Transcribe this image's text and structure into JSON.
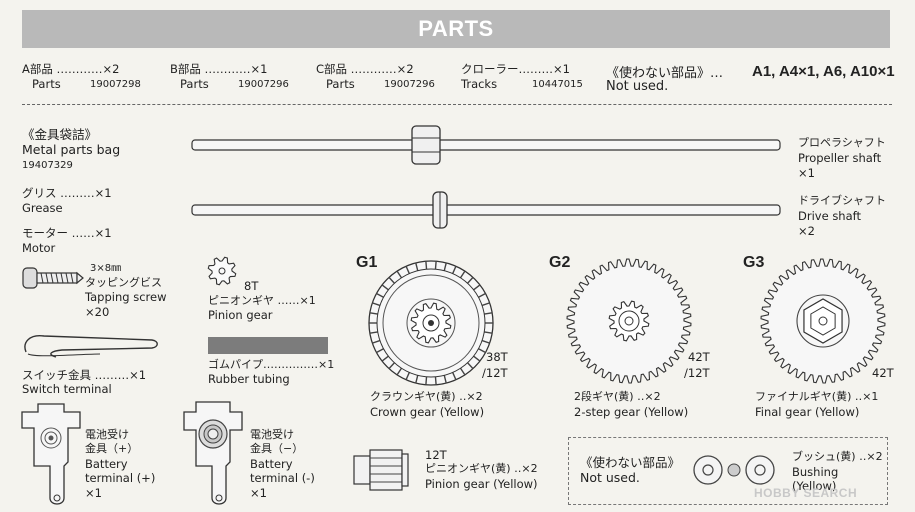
{
  "header": {
    "title": "PARTS"
  },
  "parts_list": [
    {
      "jp": "A部品 …………×2",
      "en": "Parts",
      "code": "19007298"
    },
    {
      "jp": "B部品 …………×1",
      "en": "Parts",
      "code": "19007296"
    },
    {
      "jp": "C部品 …………×2",
      "en": "Parts",
      "code": "19007296"
    },
    {
      "jp": "クローラー………×1",
      "en": "Tracks",
      "code": "10447015"
    }
  ],
  "not_used_top": {
    "jp": "《使わない部品》…",
    "en": "Not used.",
    "parts": "A1, A4×1, A6, A10×1"
  },
  "metal_bag": {
    "jp": "《金具袋詰》",
    "en": "Metal parts bag",
    "code": "19407329"
  },
  "grease": {
    "jp": "グリス ………×1",
    "en": "Grease"
  },
  "motor": {
    "jp": "モーター ……×1",
    "en": "Motor"
  },
  "tapping_screw": {
    "size": "3×8㎜",
    "jp": "タッピングビス",
    "en": "Tapping screw",
    "qty": "×20"
  },
  "switch_terminal": {
    "jp": "スイッチ金具 ………×1",
    "en": "Switch terminal"
  },
  "battery_plus": {
    "jp1": "電池受け",
    "jp2": "金具（+）",
    "en1": "Battery",
    "en2": "terminal (+)",
    "qty": "×1"
  },
  "battery_minus": {
    "jp1": "電池受け",
    "jp2": "金具（−）",
    "en1": "Battery",
    "en2": "terminal (-)",
    "qty": "×1"
  },
  "pinion_8t": {
    "teeth": "8T",
    "jp": "ピニオンギヤ ……×1",
    "en": "Pinion gear"
  },
  "rubber_tubing": {
    "jp": "ゴムパイプ……………×1",
    "en": "Rubber tubing"
  },
  "pinion_12t": {
    "teeth": "12T",
    "jp": "ピニオンギヤ(黄) ‥×2",
    "en": "Pinion gear (Yellow)"
  },
  "propeller_shaft": {
    "jp": "プロペラシャフト",
    "en": "Propeller shaft",
    "qty": "×1"
  },
  "drive_shaft": {
    "jp": "ドライブシャフト",
    "en": "Drive shaft",
    "qty": "×2"
  },
  "g1": {
    "label": "G1",
    "teeth1": "38T",
    "teeth2": "/12T",
    "jp": "クラウンギヤ(黄) ‥×2",
    "en": "Crown gear (Yellow)"
  },
  "g2": {
    "label": "G2",
    "teeth1": "42T",
    "teeth2": "/12T",
    "jp": "2段ギヤ(黄) ‥×2",
    "en": "2-step gear (Yellow)"
  },
  "g3": {
    "label": "G3",
    "teeth1": "42T",
    "jp": "ファイナルギヤ(黄) ‥×1",
    "en": "Final gear (Yellow)"
  },
  "not_used_bottom": {
    "jp": "《使わない部品》",
    "en": "Not used.",
    "bush_jp": "ブッシュ(黄) ‥×2",
    "bush_en1": "Bushing",
    "bush_en2": "(Yellow)"
  },
  "watermark": "HOBBY SEARCH"
}
